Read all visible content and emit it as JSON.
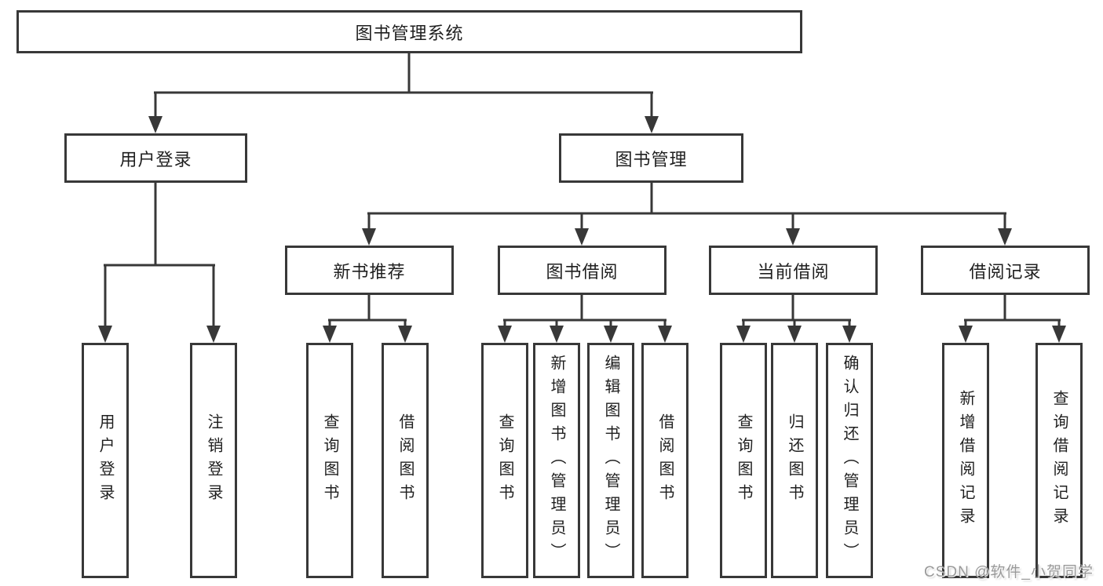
{
  "tree": {
    "root": {
      "label": "图书管理系统",
      "children": [
        {
          "label": "用户登录",
          "children": [
            {
              "label": "用户登录"
            },
            {
              "label": "注销登录"
            }
          ]
        },
        {
          "label": "图书管理",
          "children": [
            {
              "label": "新书推荐",
              "children": [
                {
                  "label": "查询图书"
                },
                {
                  "label": "借阅图书"
                }
              ]
            },
            {
              "label": "图书借阅",
              "children": [
                {
                  "label": "查询图书"
                },
                {
                  "label": "新增图书（管理员）"
                },
                {
                  "label": "编辑图书（管理员）"
                },
                {
                  "label": "借阅图书"
                }
              ]
            },
            {
              "label": "当前借阅",
              "children": [
                {
                  "label": "查询图书"
                },
                {
                  "label": "归还图书"
                },
                {
                  "label": "确认归还（管理员）"
                }
              ]
            },
            {
              "label": "借阅记录",
              "children": [
                {
                  "label": "新增借阅记录"
                },
                {
                  "label": "查询借阅记录"
                }
              ]
            }
          ]
        }
      ]
    }
  },
  "watermark": {
    "text": "CSDN @软件_小贺同学"
  },
  "colors": {
    "line": "#383838",
    "text": "#1f1f1f",
    "background": "#ffffff",
    "watermark": "#9a9a9a"
  }
}
